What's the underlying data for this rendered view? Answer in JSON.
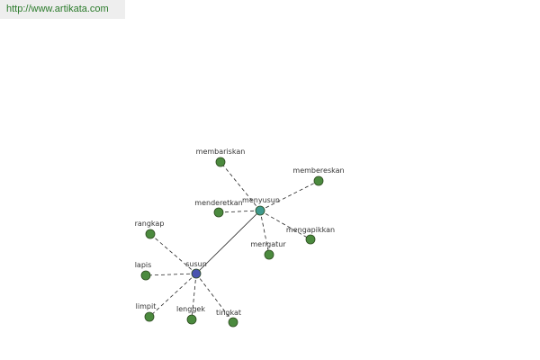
{
  "header": {
    "url": "http://www.artikata.com"
  },
  "colors": {
    "leaf_node": "#4b8a3e",
    "root_node": "#4a54b0",
    "hub_node": "#3f9a8e",
    "url_text": "#2a7a2a"
  },
  "graph": {
    "nodes": {
      "susun": "susun",
      "menyusun": "menyusun",
      "membariskan": "membariskan",
      "membereskan": "membereskan",
      "menderetkan": "menderetkan",
      "mengapikkan": "mengapikkan",
      "mengatur": "mengatur",
      "rangkap": "rangkap",
      "lapis": "lapis",
      "limpit": "limpit",
      "lenggek": "lenggek",
      "tingkat": "tingkat"
    },
    "edges": [
      [
        "susun",
        "menyusun",
        "solid"
      ],
      [
        "susun",
        "rangkap",
        "dashed"
      ],
      [
        "susun",
        "lapis",
        "dashed"
      ],
      [
        "susun",
        "limpit",
        "dashed"
      ],
      [
        "susun",
        "lenggek",
        "dashed"
      ],
      [
        "susun",
        "tingkat",
        "dashed"
      ],
      [
        "menyusun",
        "membariskan",
        "dashed"
      ],
      [
        "menyusun",
        "membereskan",
        "dashed"
      ],
      [
        "menyusun",
        "menderetkan",
        "dashed"
      ],
      [
        "menyusun",
        "mengapikkan",
        "dashed"
      ],
      [
        "menyusun",
        "mengatur",
        "dashed"
      ]
    ]
  }
}
